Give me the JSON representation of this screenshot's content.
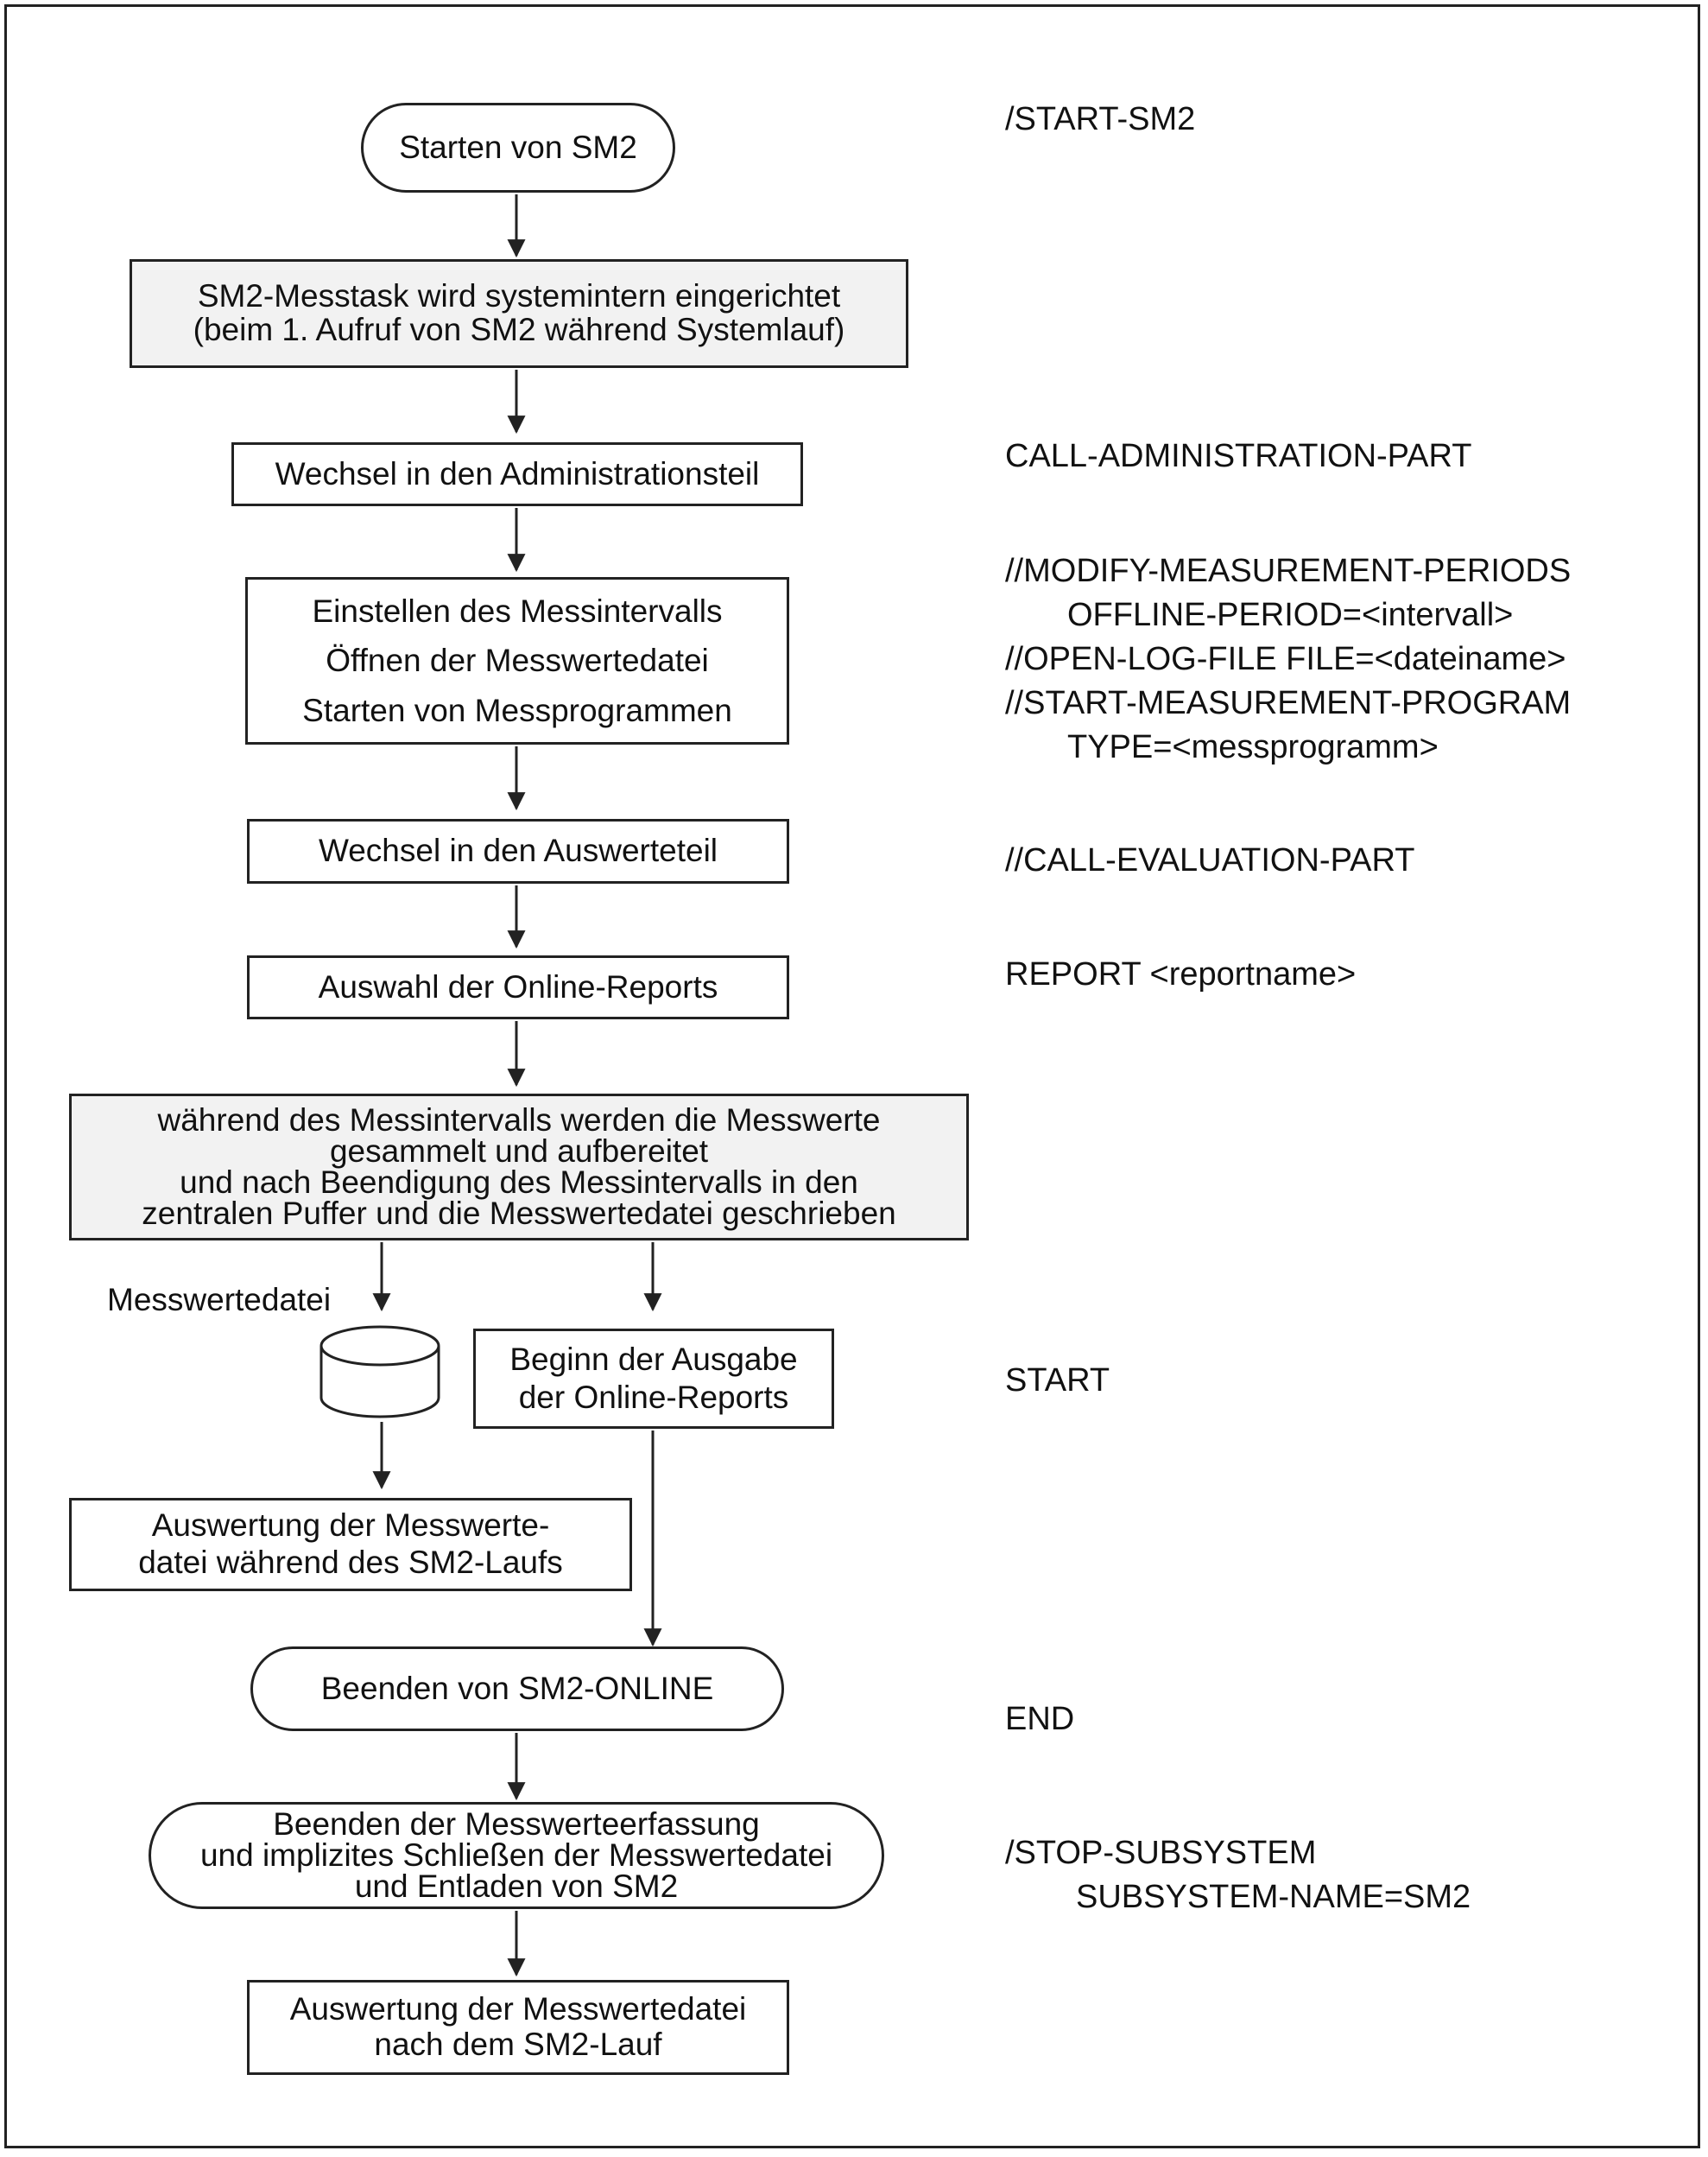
{
  "nodes": {
    "start_sm2": "Starten von SM2",
    "messtask": [
      "SM2-Messtask wird systemintern eingerichtet",
      "(beim 1. Aufruf von SM2 während Systemlauf)"
    ],
    "admin": "Wechsel in den Administrationsteil",
    "setup": [
      "Einstellen des Messintervalls",
      "Öffnen der Messwertedatei",
      "Starten von Messprogrammen"
    ],
    "eval": "Wechsel in den Auswerteteil",
    "reports": "Auswahl der Online-Reports",
    "collect": [
      "während des Messintervalls werden die Messwerte",
      "gesammelt und aufbereitet",
      "und nach Beendigung des Messintervalls in den",
      "zentralen Puffer und die Messwertedatei geschrieben"
    ],
    "file_label": "Messwertedatei",
    "output": [
      "Beginn der Ausgabe",
      "der Online-Reports"
    ],
    "eval_during": [
      "Auswertung der Messwerte-",
      "datei während des SM2-Laufs"
    ],
    "end_online": "Beenden von SM2-ONLINE",
    "stop": [
      "Beenden der Messwerteerfassung",
      "und implizites Schließen der Messwertedatei",
      "und Entladen von SM2"
    ],
    "eval_after": [
      "Auswertung der Messwertedatei",
      "nach dem SM2-Lauf"
    ]
  },
  "commands": {
    "start_sm2": "/START-SM2",
    "admin": "CALL-ADMINISTRATION-PART",
    "modify": "//MODIFY-MEASUREMENT-PERIODS",
    "offline": "OFFLINE-PERIOD=<intervall>",
    "open_log": "//OPEN-LOG-FILE FILE=<dateiname>",
    "start_prog": "//START-MEASUREMENT-PROGRAM",
    "type": "TYPE=<messprogramm>",
    "eval": "//CALL-EVALUATION-PART",
    "report": "REPORT <reportname>",
    "start": "START",
    "end": "END",
    "stop": "/STOP-SUBSYSTEM",
    "subsystem": "SUBSYSTEM-NAME=SM2"
  }
}
